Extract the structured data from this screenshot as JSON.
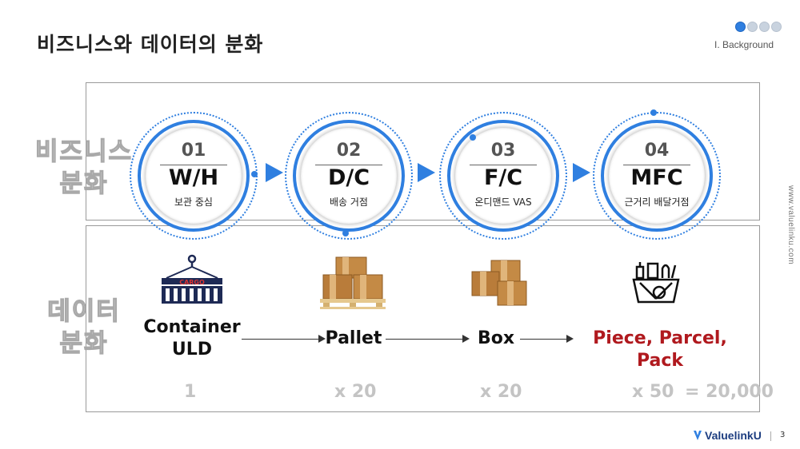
{
  "title": "비즈니스와 데이터의 분화",
  "section": "I.  Background",
  "nav_dots": [
    {
      "label": "1",
      "active": true
    },
    {
      "label": "2",
      "active": false
    },
    {
      "label": "3",
      "active": false
    },
    {
      "label": "4",
      "active": false
    }
  ],
  "row_labels": {
    "business": [
      "비즈니스",
      "분화"
    ],
    "data": [
      "데이터",
      "분화"
    ]
  },
  "stages": [
    {
      "num": "01",
      "code": "W/H",
      "sub": "보관 중심"
    },
    {
      "num": "02",
      "code": "D/C",
      "sub": "배송 거점"
    },
    {
      "num": "03",
      "code": "F/C",
      "sub": "온디맨드 VAS"
    },
    {
      "num": "04",
      "code": "MFC",
      "sub": "근거리 배달거점"
    }
  ],
  "units": [
    {
      "label_lines": [
        "Container",
        "ULD"
      ],
      "icon": "cargo-container-icon"
    },
    {
      "label_lines": [
        "Pallet"
      ],
      "icon": "pallet-boxes-icon"
    },
    {
      "label_lines": [
        "Box"
      ],
      "icon": "boxes-icon"
    },
    {
      "label_lines": [
        "Piece, Parcel, Pack"
      ],
      "icon": "grocery-basket-icon"
    }
  ],
  "multipliers": [
    "1",
    "x 20",
    "x 20",
    "x 50",
    "= 20,000"
  ],
  "colors": {
    "accent": "#2f7fe0",
    "highlight": "#b0191e",
    "logo": "#1d3d80"
  },
  "footer": {
    "url": "www.valuelinku.com",
    "logo": "ValuelinkU",
    "page": "3"
  }
}
